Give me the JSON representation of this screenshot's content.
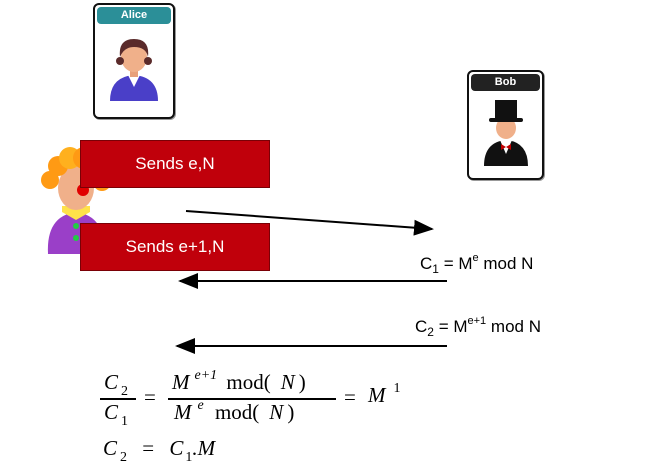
{
  "alice": {
    "label": "Alice",
    "title_color": "#2b8f98"
  },
  "bob": {
    "label": "Bob",
    "title_color": "#222222"
  },
  "messages": [
    {
      "text": "Sends e,N"
    },
    {
      "text": "Sends e+1,N"
    }
  ],
  "cipher1": {
    "prefix": "C",
    "sub": "1",
    "eq": " = M",
    "sup": "e",
    "rest": " mod N"
  },
  "cipher2": {
    "prefix": "C",
    "sub": "2",
    "eq": " = M",
    "sup": "e+1",
    "rest": " mod N"
  },
  "formula": {
    "lhs_num_var": "C",
    "lhs_num_sub": "2",
    "lhs_den_var": "C",
    "lhs_den_sub": "1",
    "equals": "=",
    "rhs_num_var": "M",
    "rhs_num_sup": "e+1",
    "rhs_num_mod": "mod(",
    "rhs_num_N": "N",
    "rhs_num_close": ")",
    "rhs_den_var": "M",
    "rhs_den_sup": "e",
    "rhs_den_mod": "mod(",
    "rhs_den_N": "N",
    "rhs_den_close": ")",
    "equals2": "=",
    "result_var": "M",
    "result_sup": "1",
    "line2_a": "C",
    "line2_a_sub": "2",
    "line2_eq": "=",
    "line2_b": "C",
    "line2_b_sub": "1",
    "line2_c": ".M"
  },
  "colors": {
    "message_box": "#c0000b",
    "arrow": "#000000"
  }
}
